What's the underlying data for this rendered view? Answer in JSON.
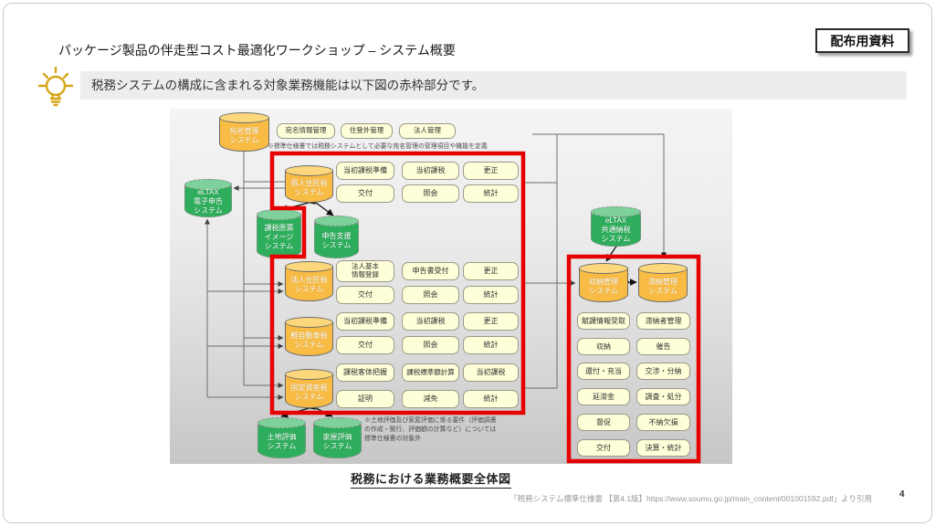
{
  "header": {
    "title": "パッケージ製品の伴走型コスト最適化ワークショップ – システム概要",
    "badge": "配布用資料"
  },
  "callout": {
    "text": "税務システムの構成に含まれる対象業務機能は以下図の赤枠部分です。"
  },
  "diagram": {
    "cylinders": {
      "atena_kanri": "宛名管理\nシステム",
      "eltax_denshi": "eLTAX\n電子申告\nシステム",
      "kojin_juminzei": "個人住民税\nシステム",
      "kazei_genpyo": "課税原票\nイメージ\nシステム",
      "shinkoku_shien": "申告支援\nシステム",
      "hojin_juminzei": "法人住民税\nシステム",
      "kei_jidoshazei": "軽自動車税\nシステム",
      "kotei_shisanzei": "固定資産税\nシステム",
      "tochi_hyoka": "土地評価\nシステム",
      "kaoku_hyoka": "家屋評価\nシステム",
      "eltax_kyotsu": "eLTAX\n共通納税\nシステム",
      "shuno_kanri": "収納管理\nシステム",
      "taino_kanri": "滞納管理\nシステム"
    },
    "top_boxes": [
      "宛名情報管理",
      "住登外管理",
      "法人管理"
    ],
    "note_top": "※標準仕様書では税務システムとして必要な宛名管理の管理項目や機能を定義",
    "note_bottom": "※土地評価及び家屋評価に係る要件（評価調書\nの作成・発行、評価額の計算など）については\n標準仕様書の対象外",
    "functions": {
      "kojin": [
        "当初課税準備",
        "当初課税",
        "更正",
        "交付",
        "照会",
        "統計"
      ],
      "hojin": [
        "法人基本\n情報登録",
        "申告書受付",
        "更正",
        "交付",
        "照会",
        "統計"
      ],
      "kei": [
        "当初課税準備",
        "当初課税",
        "更正",
        "交付",
        "照会",
        "統計"
      ],
      "kotei": [
        "課税客体把握",
        "課税標準額計算",
        "当初課税",
        "証明",
        "減免",
        "統計"
      ],
      "shuno": [
        "賦課情報受取",
        "収納",
        "還付・充当",
        "延滞金",
        "督促",
        "交付"
      ],
      "taino": [
        "滞納者管理",
        "催告",
        "交渉・分納",
        "調査・処分",
        "不納欠損",
        "決算・統計"
      ]
    },
    "caption": "税務における業務概要全体図"
  },
  "footer": {
    "citation": "「税務システム標準仕様書 【第4.1版】https://www.soumu.go.jp/main_content/001001592.pdf」より引用",
    "page": "4"
  },
  "colors": {
    "red_frame": "#E60000",
    "cylinder_orange": "#F8BC45",
    "cylinder_green": "#2EAE5C",
    "function_box": "#FEFED8",
    "bulb": "#D6A515"
  }
}
